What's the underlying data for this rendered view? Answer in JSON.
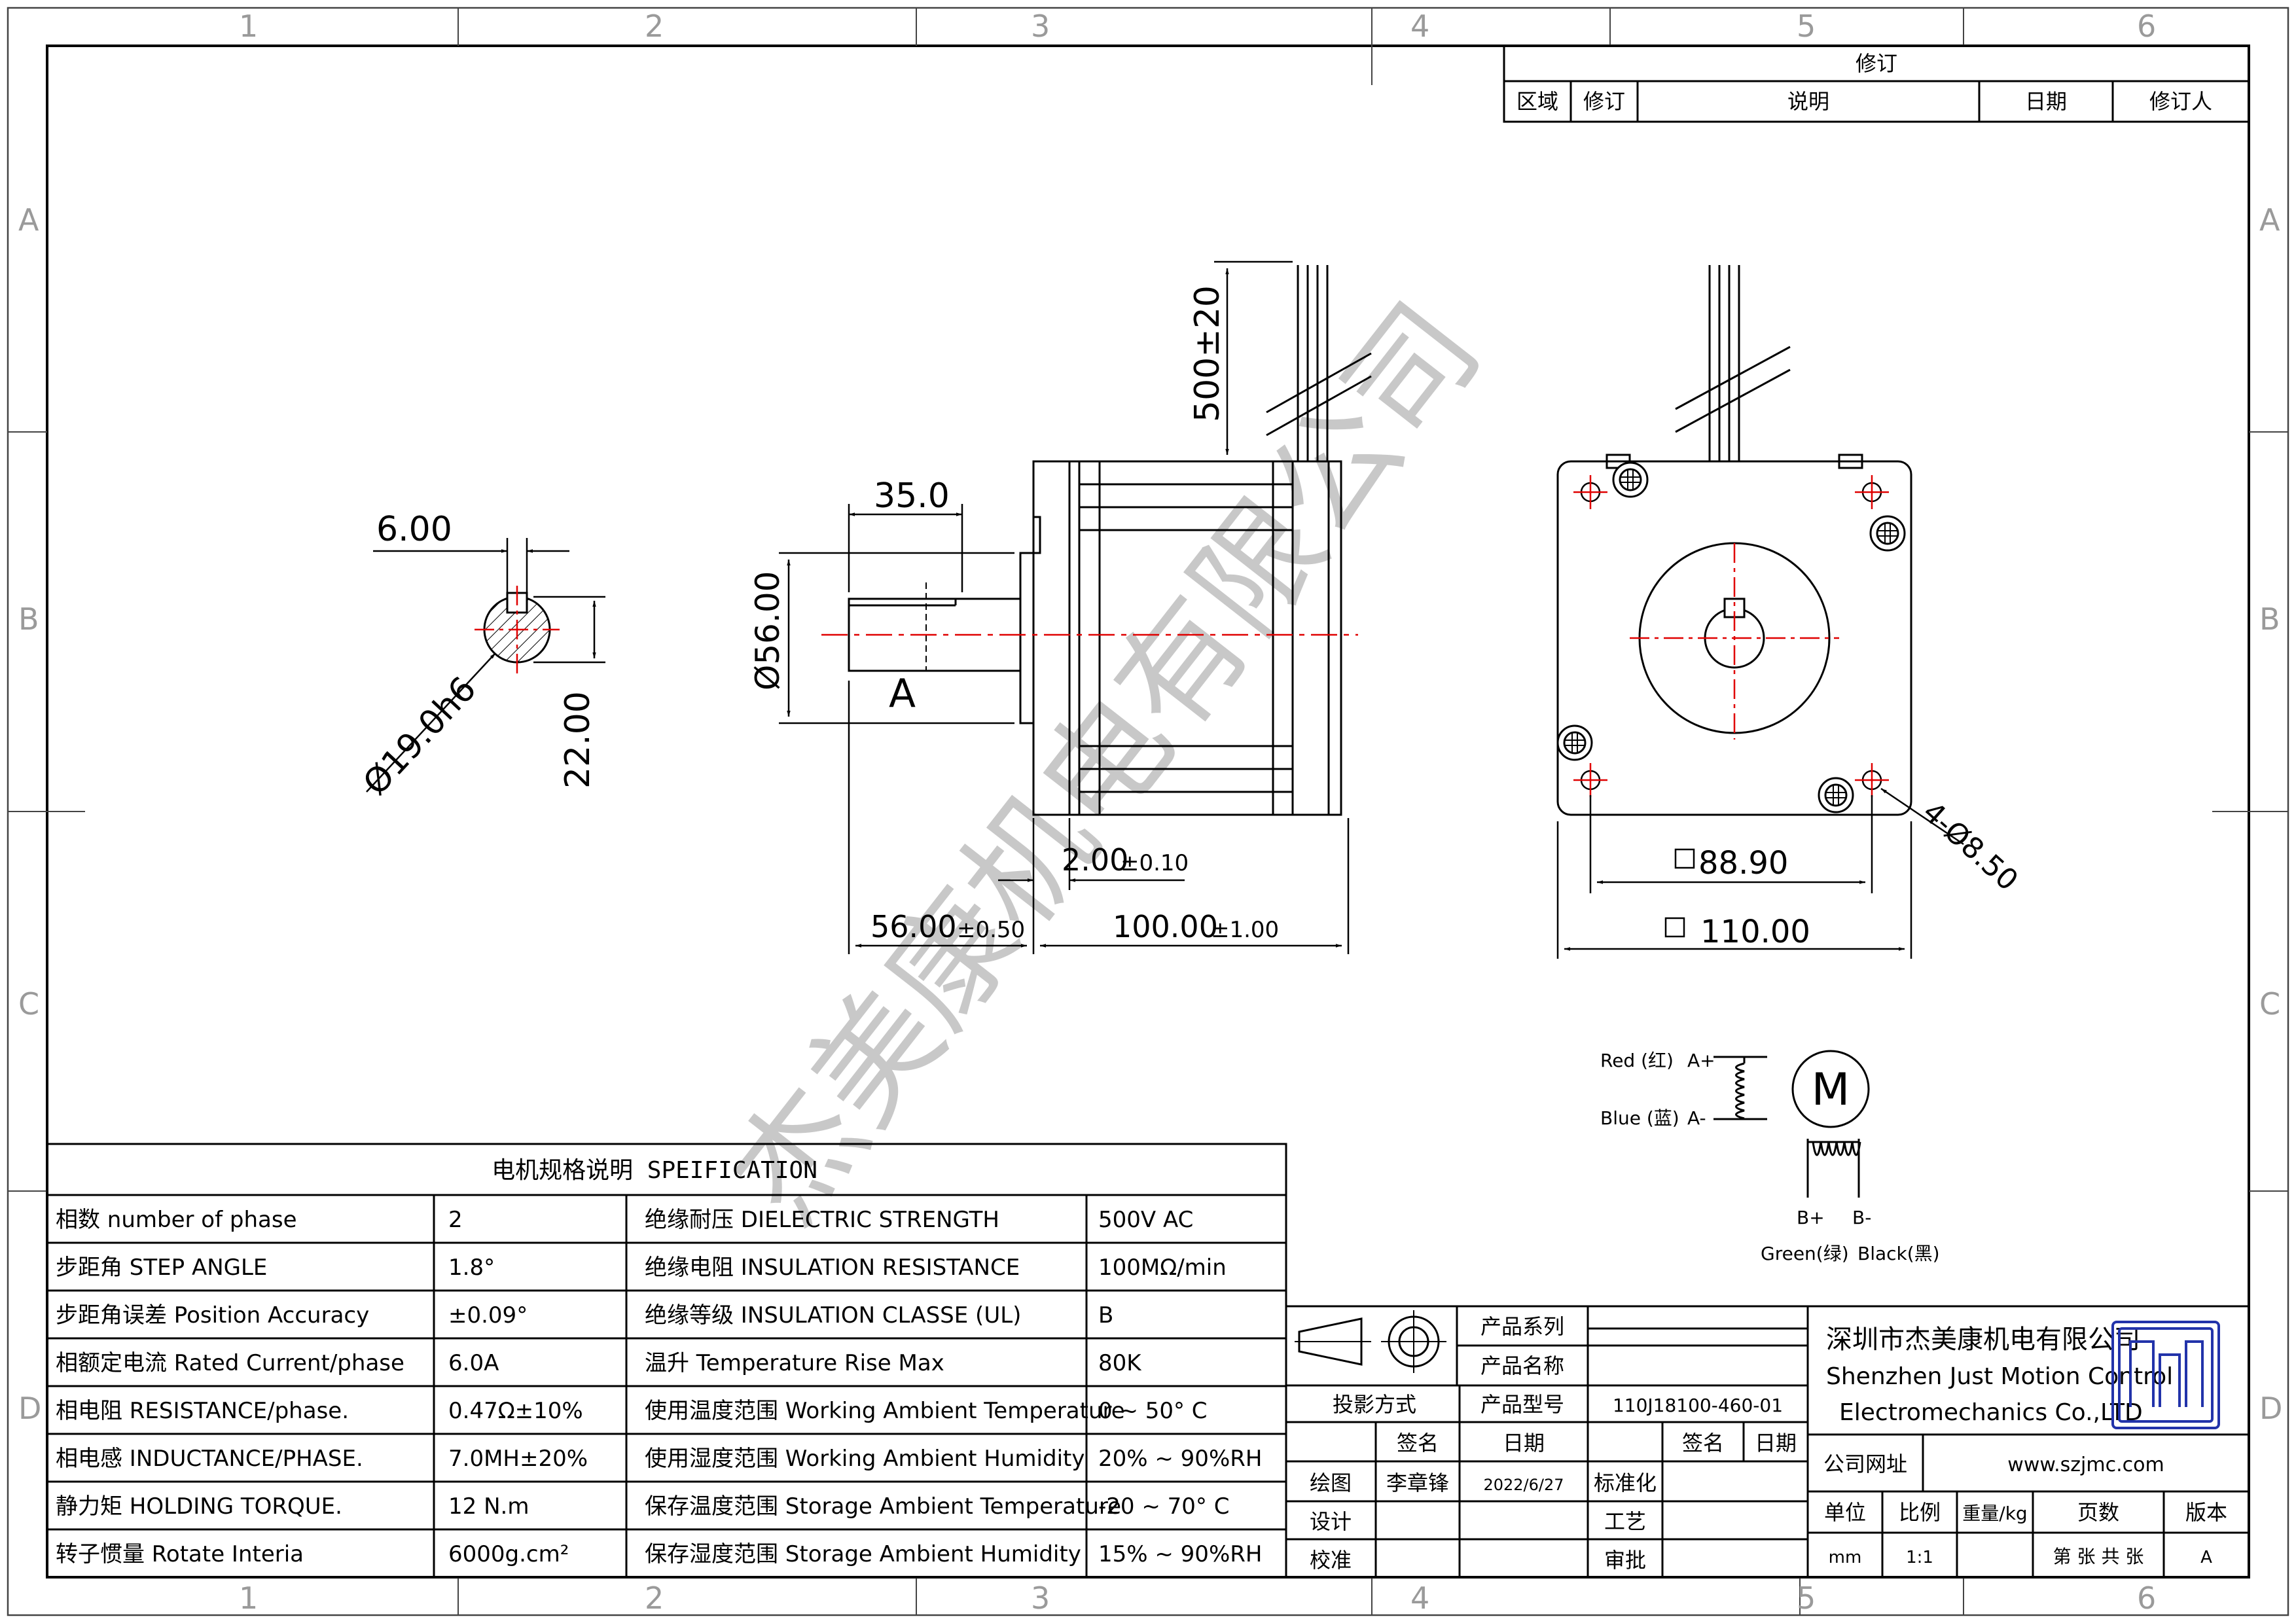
{
  "grid": {
    "columns": [
      "1",
      "2",
      "3",
      "4",
      "5",
      "6"
    ],
    "rows": [
      "A",
      "B",
      "C",
      "D"
    ]
  },
  "revision": {
    "title": "修订",
    "headers": [
      "区域",
      "修订",
      "说明",
      "日期",
      "修订人"
    ]
  },
  "watermark": "杰美康机电有限公司",
  "dimensions": {
    "key_width": "6.00",
    "shaft_diameter": "Ø19.0h6",
    "key_height": "22.00",
    "key_length": "35.0",
    "lead_length": "500±20",
    "pilot_diameter": "Ø56.00",
    "view_label": "A",
    "flange_thickness": "2.00",
    "flange_tol": "±0.10",
    "shaft_length": "56.00",
    "shaft_tol": "±0.50",
    "body_length": "100.00",
    "body_tol": "±1.00",
    "hole_pitch": "88.90",
    "frame_size": "110.00",
    "mount_holes": "4-Ø8.50"
  },
  "wiring": {
    "red": "Red (红)",
    "a_plus": "A+",
    "blue": "Blue (蓝)",
    "a_minus": "A-",
    "motor": "M",
    "b_plus": "B+",
    "b_minus": "B-",
    "green": "Green(绿)",
    "black": "Black(黑)"
  },
  "spec": {
    "title": "电机规格说明 SPEIFICATION",
    "rows": [
      {
        "l1": "相数 number of phase",
        "v1": "2",
        "l2": "绝缘耐压 DIELECTRIC STRENGTH",
        "v2": "500V AC"
      },
      {
        "l1": "步距角 STEP ANGLE",
        "v1": "1.8°",
        "l2": "绝缘电阻 INSULATION RESISTANCE",
        "v2": "100MΩ/min"
      },
      {
        "l1": "步距角误差 Position Accuracy",
        "v1": "±0.09°",
        "l2": "绝缘等级 INSULATION CLASSE (UL)",
        "v2": "B"
      },
      {
        "l1": "相额定电流 Rated Current/phase",
        "v1": "6.0A",
        "l2": "温升 Temperature Rise Max",
        "v2": "80K"
      },
      {
        "l1": "相电阻 RESISTANCE/phase.",
        "v1": "0.47Ω±10%",
        "l2": "使用温度范围 Working Ambient Temperature",
        "v2": "0 ~ 50° C"
      },
      {
        "l1": "相电感 INDUCTANCE/PHASE.",
        "v1": "7.0MH±20%",
        "l2": "使用湿度范围 Working Ambient Humidity",
        "v2": "20% ~ 90%RH"
      },
      {
        "l1": "静力矩 HOLDING TORQUE.",
        "v1": "12 N.m",
        "l2": "保存温度范围 Storage Ambient Temperature",
        "v2": "-20 ~ 70° C"
      },
      {
        "l1": "转子惯量 Rotate Interia",
        "v1": "6000g.cm²",
        "l2": "保存湿度范围 Storage Ambient Humidity",
        "v2": "15% ~ 90%RH"
      }
    ]
  },
  "titleblock": {
    "product_series": "产品系列",
    "product_name": "产品名称",
    "projection": "投影方式",
    "product_model": "产品型号",
    "model_value": "110J18100-460-01",
    "sign": "签名",
    "date": "日期",
    "sign2": "签名",
    "date2": "日期",
    "draw": "绘图",
    "drawer": "李章锋",
    "draw_date": "2022/6/27",
    "standard": "标准化",
    "design": "设计",
    "process": "工艺",
    "check": "校准",
    "approve": "审批",
    "company_cn": "深圳市杰美康机电有限公司",
    "company_en1": "Shenzhen Just Motion Control",
    "company_en2": "Electromechanics Co.,LTD",
    "website_label": "公司网址",
    "website": "www.szjmc.com",
    "unit_label": "单位",
    "scale_label": "比例",
    "weight_label": "重量/kg",
    "pages_label": "页数",
    "version_label": "版本",
    "unit": "mm",
    "scale": "1:1",
    "pages": "第 张 共 张",
    "version": "A"
  },
  "colors": {
    "line": "#000000",
    "center": "#e00000",
    "logo": "#2233aa",
    "watermark": "#c8c8c8"
  }
}
